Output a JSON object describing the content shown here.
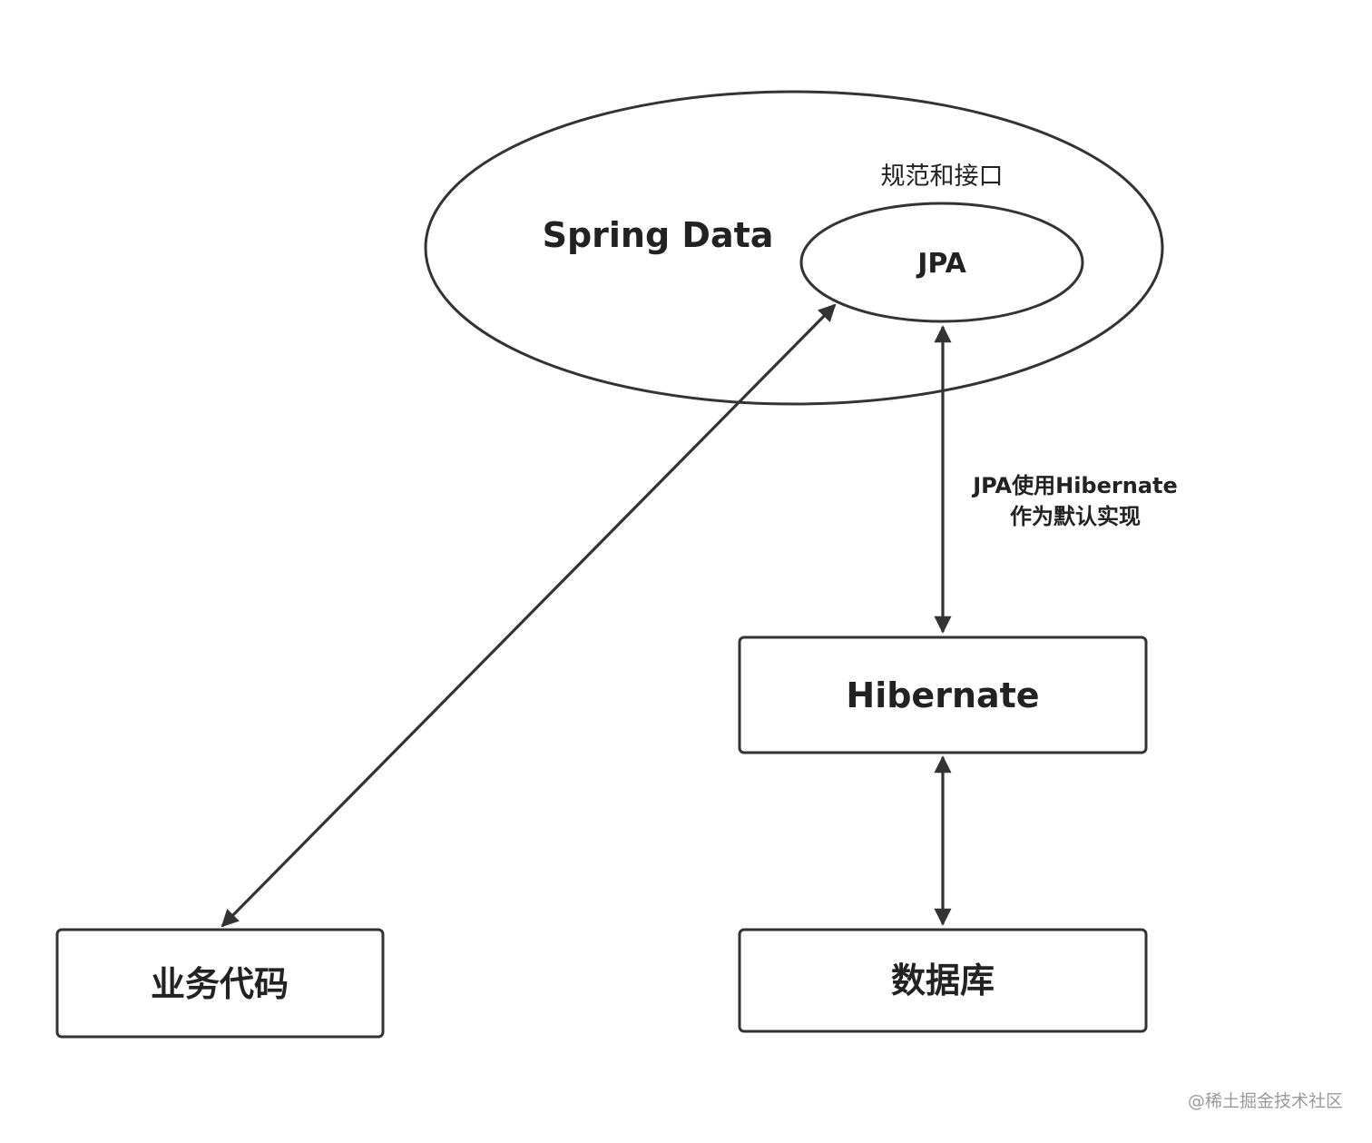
{
  "diagram": {
    "outer_ellipse": {
      "label": "Spring Data"
    },
    "inner_ellipse": {
      "label": "JPA",
      "caption": "规范和接口"
    },
    "nodes": {
      "hibernate": {
        "label": "Hibernate"
      },
      "business_code": {
        "label": "业务代码"
      },
      "database": {
        "label": "数据库"
      }
    },
    "edges": [
      {
        "from": "business_code",
        "to": "JPA",
        "bidirectional": true
      },
      {
        "from": "JPA",
        "to": "hibernate",
        "bidirectional": true,
        "label": [
          "JPA使用Hibernate",
          "作为默认实现"
        ]
      },
      {
        "from": "hibernate",
        "to": "database",
        "bidirectional": true
      }
    ]
  },
  "watermark": "@稀土掘金技术社区",
  "colors": {
    "stroke": "#333333",
    "text": "#222222",
    "watermark": "#9a9a9a",
    "background": "#ffffff"
  }
}
